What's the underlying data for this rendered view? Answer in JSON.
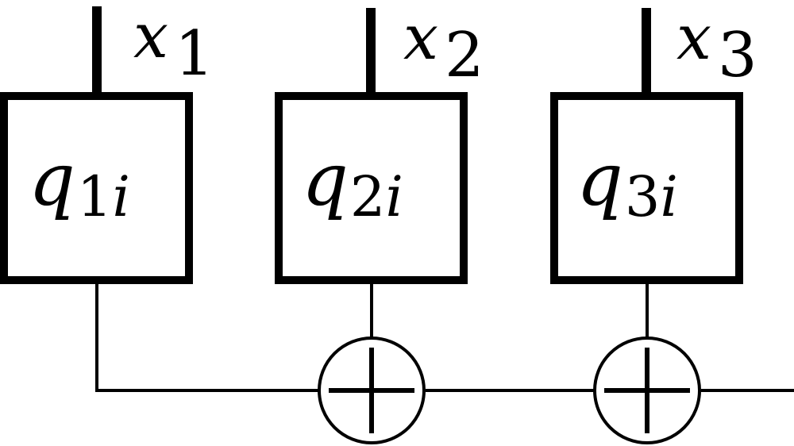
{
  "diagram": {
    "inputs": [
      {
        "var": "x",
        "sub": "1"
      },
      {
        "var": "x",
        "sub": "2"
      },
      {
        "var": "x",
        "sub": "3"
      }
    ],
    "blocks": [
      {
        "var": "q",
        "sub_num": "1",
        "sub_idx": "i"
      },
      {
        "var": "q",
        "sub_num": "2",
        "sub_idx": "i"
      },
      {
        "var": "q",
        "sub_num": "3",
        "sub_idx": "i"
      }
    ],
    "adders": [
      {
        "symbol": "plus"
      },
      {
        "symbol": "plus"
      }
    ],
    "colors": {
      "stroke": "#000000",
      "background": "#ffffff"
    }
  }
}
